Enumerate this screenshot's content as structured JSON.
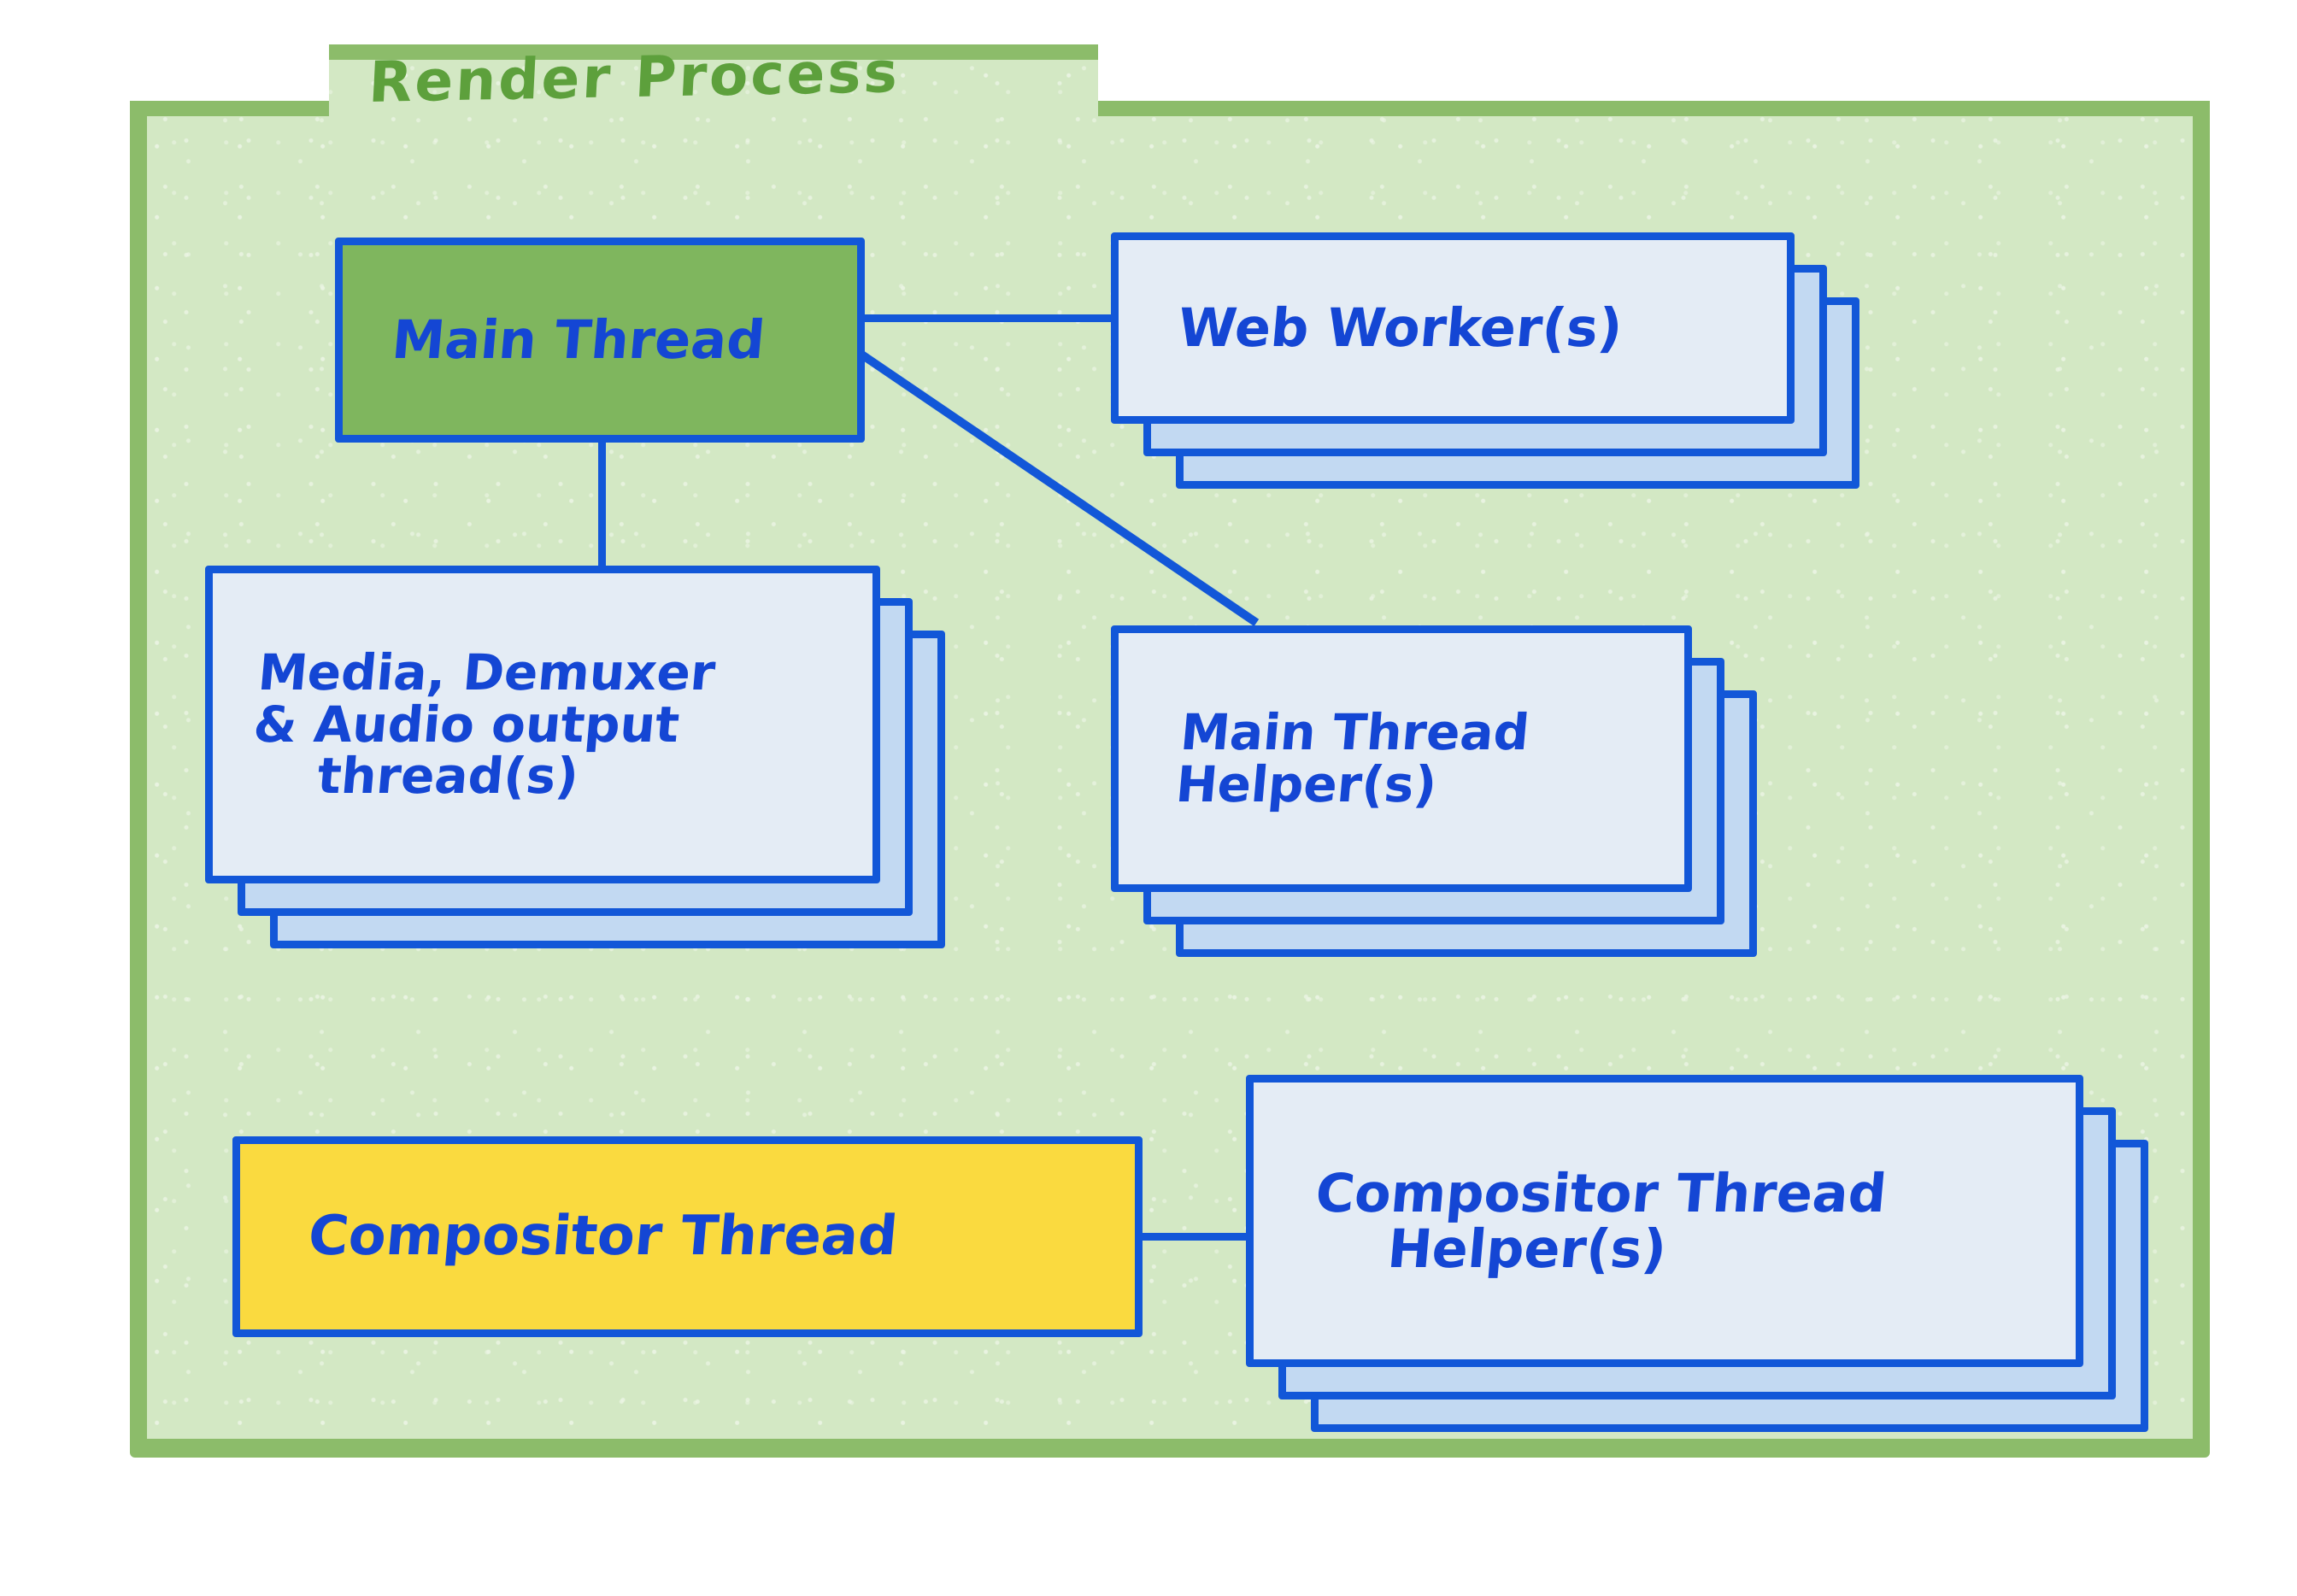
{
  "diagram": {
    "title": "Render Process",
    "colors": {
      "container_border": "#8cbc6a",
      "container_fill": "#d3e8c4",
      "title_color": "#5da03c",
      "box_border": "#1257d8",
      "box_text": "#1446d4",
      "card_fill": "#e4ecf5",
      "stack_fill": "#c2d9f2",
      "main_thread_fill": "#7fb65e",
      "compositor_thread_fill": "#fada3f"
    },
    "nodes": {
      "main_thread": {
        "label": "Main Thread",
        "stacked": false,
        "fill": "green"
      },
      "web_worker": {
        "label_lines": [
          "Web Worker(s)"
        ],
        "stacked": true,
        "stack_count": 3,
        "fill": "card"
      },
      "media_thread": {
        "label_lines": [
          "Media, Demuxer",
          "& Audio output",
          "thread(s)"
        ],
        "stacked": true,
        "stack_count": 3,
        "fill": "card"
      },
      "main_thread_helper": {
        "label_lines": [
          "Main Thread",
          "Helper(s)"
        ],
        "stacked": true,
        "stack_count": 3,
        "fill": "card"
      },
      "compositor_thread": {
        "label": "Compositor Thread",
        "stacked": false,
        "fill": "yellow"
      },
      "compositor_thread_helper": {
        "label_lines": [
          "Compositor Thread",
          "Helper(s)"
        ],
        "stacked": true,
        "stack_count": 3,
        "fill": "card"
      }
    },
    "edges": [
      {
        "from": "main_thread",
        "to": "web_worker",
        "style": "horizontal"
      },
      {
        "from": "main_thread",
        "to": "main_thread_helper",
        "style": "diagonal"
      },
      {
        "from": "main_thread",
        "to": "media_thread",
        "style": "vertical"
      },
      {
        "from": "compositor_thread",
        "to": "compositor_thread_helper",
        "style": "horizontal"
      }
    ]
  }
}
